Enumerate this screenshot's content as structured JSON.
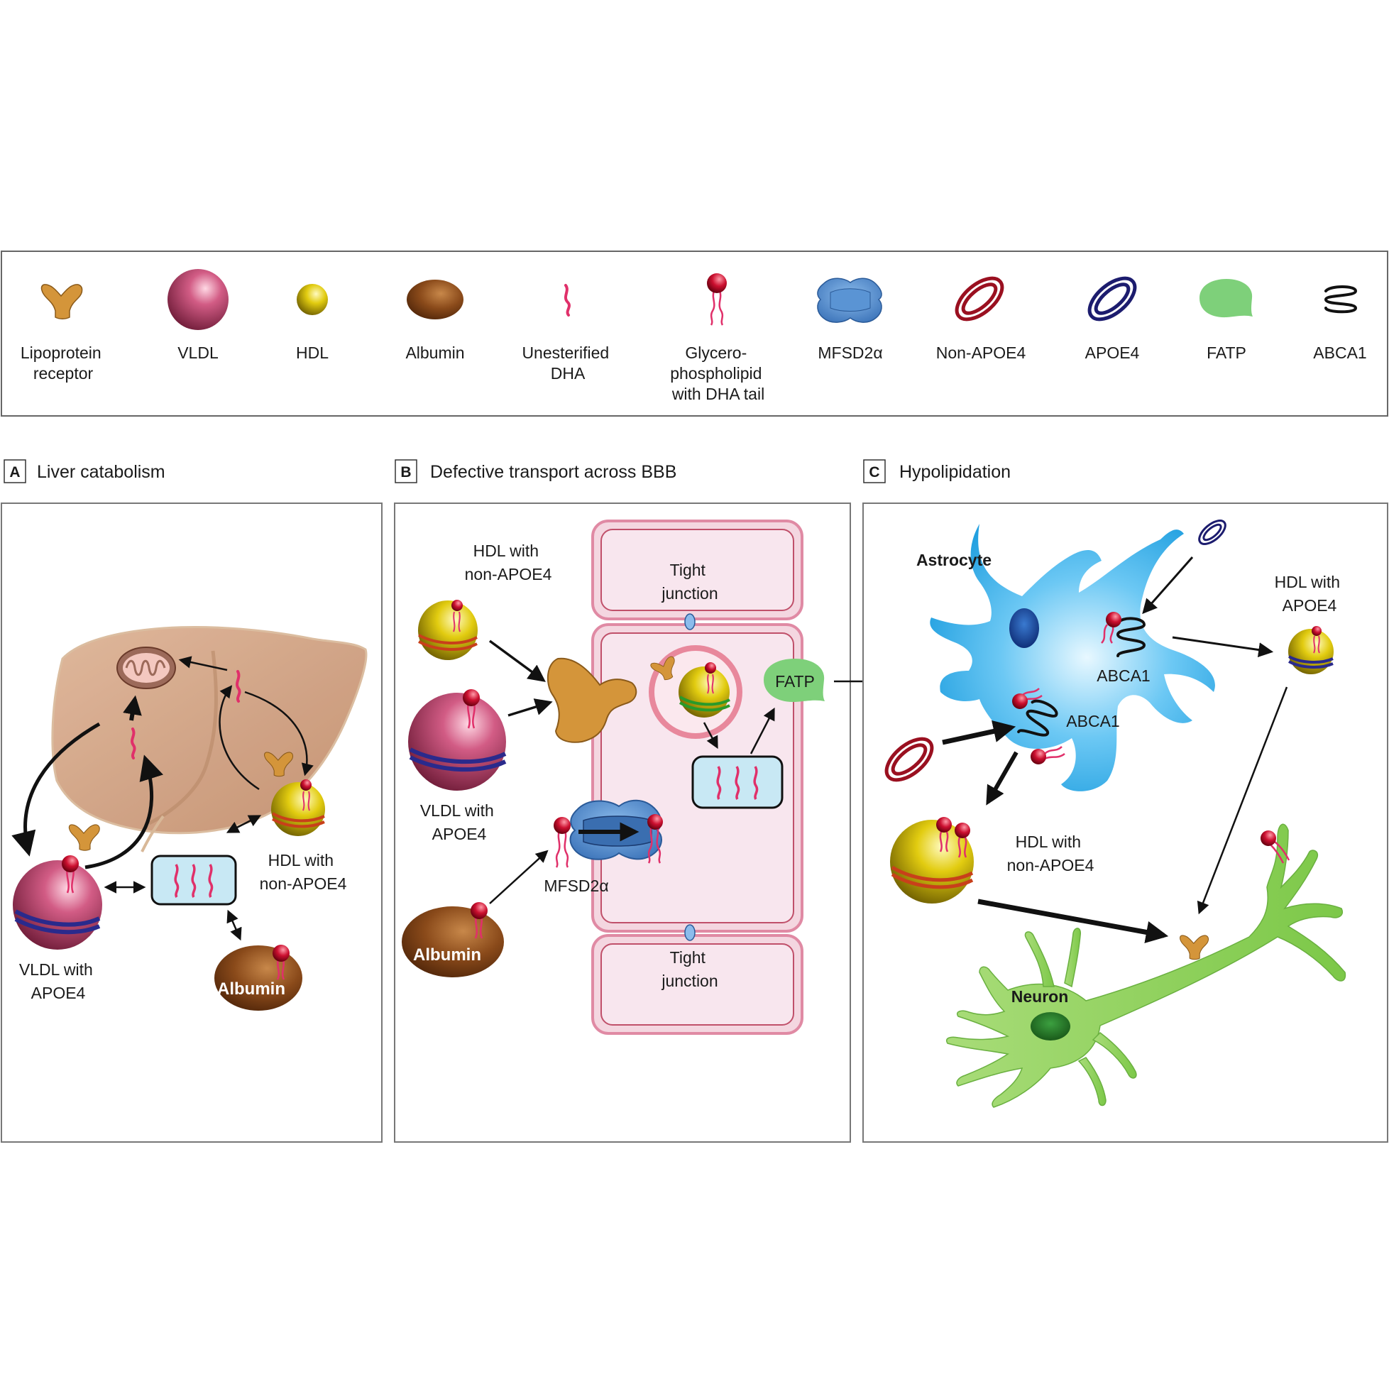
{
  "legend": {
    "items": [
      {
        "name": "lipoprotein-receptor",
        "lines": [
          "Lipoprotein",
          "receptor"
        ]
      },
      {
        "name": "vldl",
        "lines": [
          "VLDL"
        ]
      },
      {
        "name": "hdl",
        "lines": [
          "HDL"
        ]
      },
      {
        "name": "albumin",
        "lines": [
          "Albumin"
        ]
      },
      {
        "name": "unesterified-dha",
        "lines": [
          "Unesterified",
          "DHA"
        ]
      },
      {
        "name": "glycerophospholipid",
        "lines": [
          "Glycero-",
          "phospholipid",
          "with DHA tail"
        ]
      },
      {
        "name": "mfsd2a",
        "lines": [
          "MFSD2α"
        ]
      },
      {
        "name": "non-apoe4",
        "lines": [
          "Non-APOE4"
        ]
      },
      {
        "name": "apoe4",
        "lines": [
          "APOE4"
        ]
      },
      {
        "name": "fatp",
        "lines": [
          "FATP"
        ]
      },
      {
        "name": "abca1",
        "lines": [
          "ABCA1"
        ]
      }
    ]
  },
  "panels": {
    "a": {
      "letter": "A",
      "title": "Liver catabolism",
      "vldl_label": [
        "VLDL with",
        "APOE4"
      ],
      "hdl_label": [
        "HDL with",
        "non-APOE4"
      ],
      "albumin_label": "Albumin"
    },
    "b": {
      "letter": "B",
      "title": "Defective transport across BBB",
      "tight_junction_top": [
        "Tight",
        "junction"
      ],
      "tight_junction_bottom": [
        "Tight",
        "junction"
      ],
      "hdl_label": [
        "HDL with",
        "non-APOE4"
      ],
      "vldl_label": [
        "VLDL with",
        "APOE4"
      ],
      "albumin_label": "Albumin",
      "mfsd2a_label": "MFSD2α",
      "fatp_label": "FATP"
    },
    "c": {
      "letter": "C",
      "title": "Hypolipidation",
      "astrocyte_label": "Astrocyte",
      "abca1_label_1": "ABCA1",
      "abca1_label_2": "ABCA1",
      "hdl_apoe4_label": [
        "HDL with",
        "APOE4"
      ],
      "hdl_nonapoe4_label": [
        "HDL with",
        "non-APOE4"
      ],
      "neuron_label": "Neuron"
    }
  },
  "colors": {
    "vldl": "#c0406a",
    "hdl": "#e0c800",
    "albumin": "#8a4a1a",
    "receptor": "#d4953a",
    "dha": "#e0306a",
    "apoe4": "#1c1c6e",
    "non_apoe4": "#9a1020",
    "fatp": "#7ed07a",
    "mfsd2a": "#4a86c8",
    "astrocyte": "#4ab8ec",
    "neuron": "#8ed060",
    "tight_junction": "#f4d6e0",
    "vesicle_box": "#c8e8f4"
  }
}
